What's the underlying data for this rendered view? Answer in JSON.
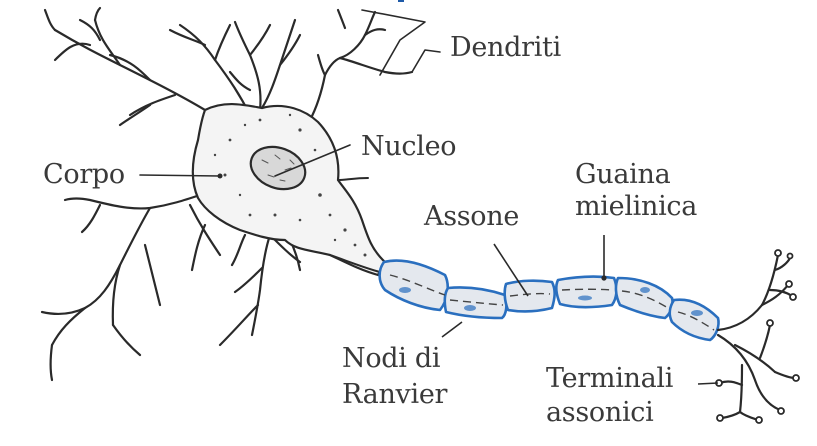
{
  "diagram": {
    "subject": "Neuron",
    "colors": {
      "ink": "#2a2a2a",
      "label_text": "#3a3a3a",
      "myelin_stroke": "#2a6fbf",
      "myelin_fill": "#e4e8ee",
      "body_fill": "#f4f4f4"
    },
    "labels": {
      "dendriti": "Dendriti",
      "corpo": "Corpo",
      "nucleo": "Nucleo",
      "assone": "Assone",
      "guaina_line1": "Guaina",
      "guaina_line2": "mielinica",
      "nodi_line1": "Nodi di",
      "nodi_line2": "Ranvier",
      "terminali_line1": "Terminali",
      "terminali_line2": "assonici"
    }
  }
}
